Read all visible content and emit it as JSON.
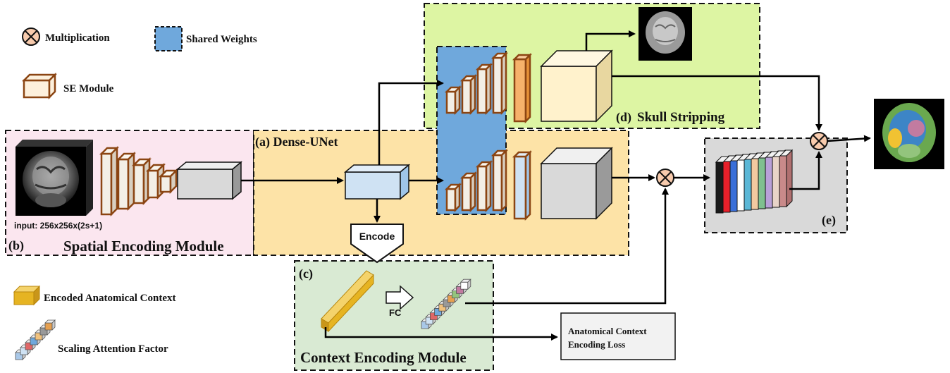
{
  "legend": {
    "multiplication": "Multiplication",
    "shared_weights": "Shared Weights",
    "se_module": "SE Module",
    "encoded_context": "Encoded Anatomical Context",
    "scaling_factor": "Scaling Attention Factor"
  },
  "modules": {
    "dense_unet": "(a)  Dense-UNet",
    "spatial_tag": "(b)",
    "spatial_title": "Spatial Encoding Module",
    "context_tag": "(c)",
    "context_title": "Context Encoding Module",
    "skull_tag": "(d)",
    "skull_title": "Skull Stripping",
    "output_tag": "(e)"
  },
  "labels": {
    "input": "input: 256x256x(2s+1)",
    "encode": "Encode",
    "fc": "FC",
    "loss_line1": "Anatomical Context",
    "loss_line2": "Encoding Loss"
  },
  "colors": {
    "spatial_bg": "#fbe6ef",
    "dense_bg": "#fde3a7",
    "context_bg": "#d9ead3",
    "skull_bg": "#ddf5a3",
    "output_bg": "#d9d9d9",
    "shared_blue": "#6fa8dc",
    "se_brown": "#8b4513",
    "multiply_fill": "#f8cbad",
    "context_gold": "#e6b422",
    "se_fill": "#fdf0dc"
  },
  "slice_colors": [
    "#1a1a1a",
    "#e8202a",
    "#3a6fd8",
    "#ffffff",
    "#5bb7d6",
    "#f2c9a0",
    "#7fc08f",
    "#b8a0d8",
    "#e8d4c8",
    "#c98a8a"
  ],
  "attention_colors": [
    "#a9c8e8",
    "#cfe2f3",
    "#e06666",
    "#6fa8dc",
    "#f1c27d",
    "#999999",
    "#e6a050",
    "#93c47d",
    "#c27ba0",
    "#ffffff"
  ]
}
